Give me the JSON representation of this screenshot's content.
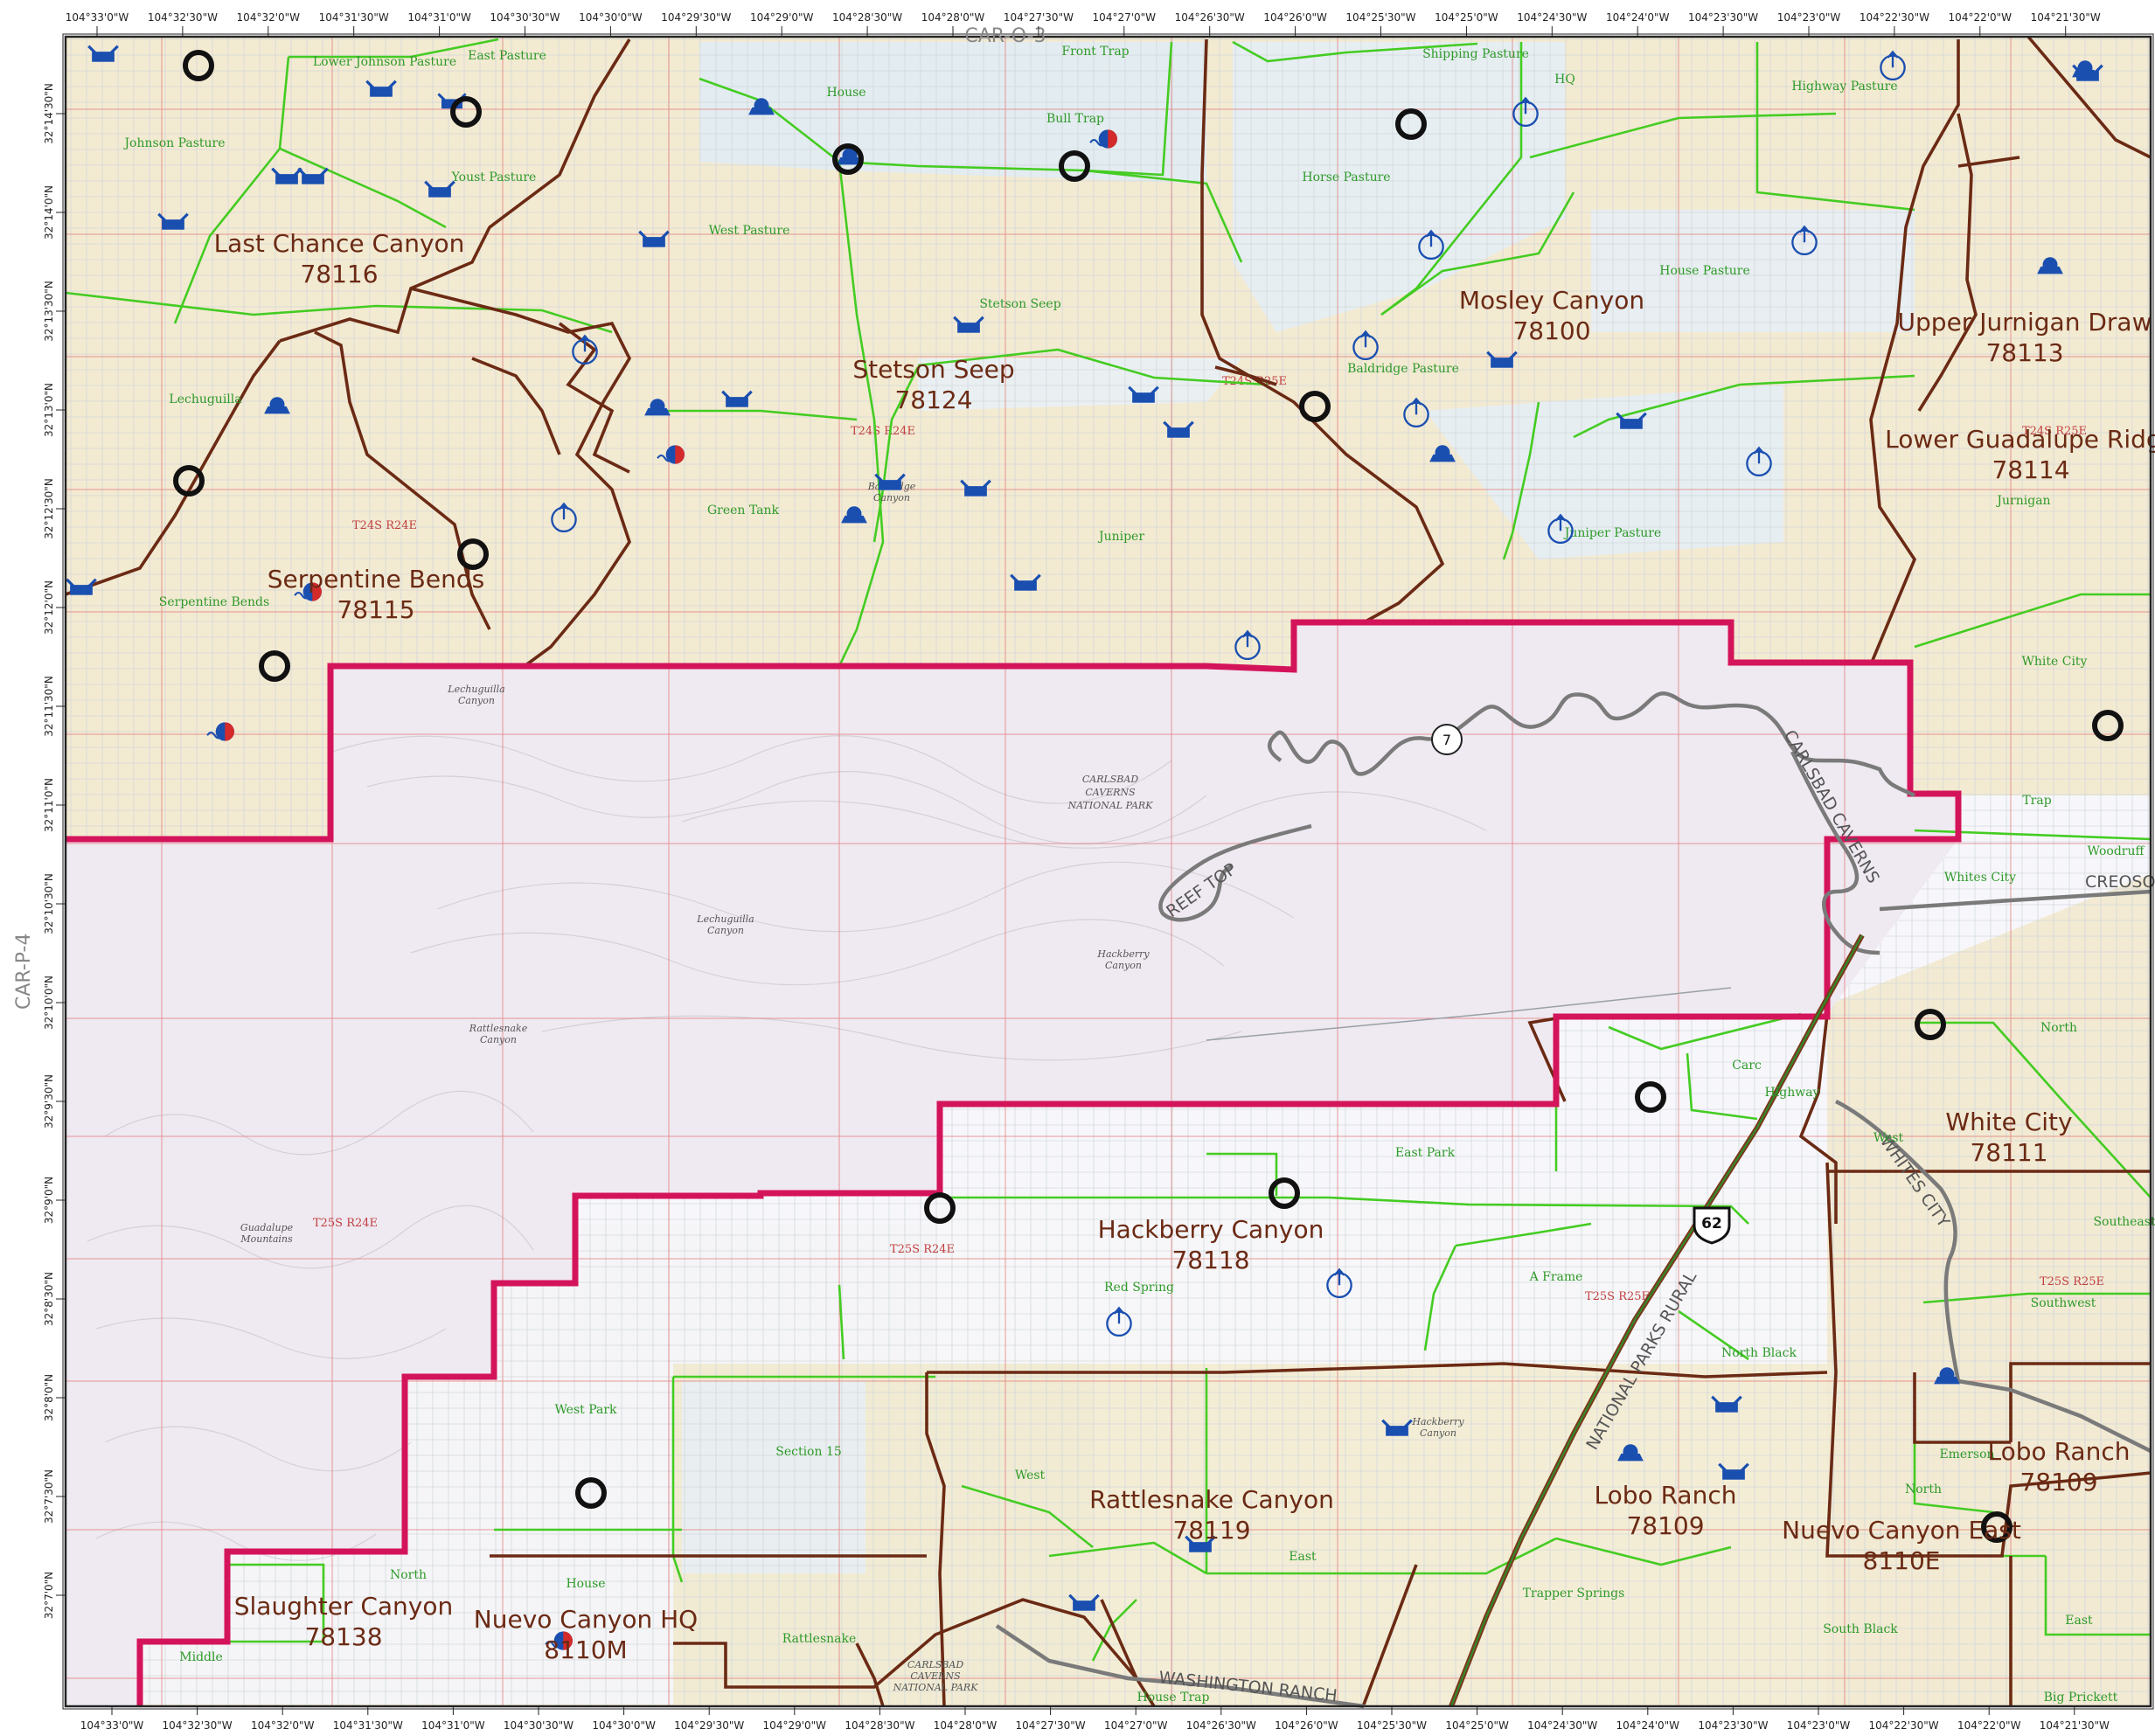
{
  "map": {
    "top_sheet_label": "CAR-O-3",
    "left_sheet_label": "CAR-P-4",
    "top_longitudes": [
      "104°33'0\"W",
      "104°32'30\"W",
      "104°32'0\"W",
      "104°31'30\"W",
      "104°31'0\"W",
      "104°30'30\"W",
      "104°30'0\"W",
      "104°29'30\"W",
      "104°29'0\"W",
      "104°28'30\"W",
      "104°28'0\"W",
      "104°27'30\"W",
      "104°27'0\"W",
      "104°26'30\"W",
      "104°26'0\"W",
      "104°25'30\"W",
      "104°25'0\"W",
      "104°24'30\"W",
      "104°24'0\"W",
      "104°23'30\"W",
      "104°23'0\"W",
      "104°22'30\"W",
      "104°22'0\"W",
      "104°21'30\"W"
    ],
    "bottom_longitudes": [
      "104°33'0\"W",
      "104°32'30\"W",
      "104°32'0\"W",
      "104°31'30\"W",
      "104°31'0\"W",
      "104°30'30\"W",
      "104°30'0\"W",
      "104°29'30\"W",
      "104°29'0\"W",
      "104°28'30\"W",
      "104°28'0\"W",
      "104°27'30\"W",
      "104°27'0\"W",
      "104°26'30\"W",
      "104°26'0\"W",
      "104°25'30\"W",
      "104°25'0\"W",
      "104°24'30\"W",
      "104°24'0\"W",
      "104°23'30\"W",
      "104°23'0\"W",
      "104°22'30\"W",
      "104°22'0\"W",
      "104°21'30\"W"
    ],
    "left_latitudes": [
      "32°14'30\"N",
      "32°14'0\"N",
      "32°13'30\"N",
      "32°13'0\"N",
      "32°12'30\"N",
      "32°12'0\"N",
      "32°11'30\"N",
      "32°11'0\"N",
      "32°10'30\"N",
      "32°10'0\"N",
      "32°9'30\"N",
      "32°9'0\"N",
      "32°8'30\"N",
      "32°8'0\"N",
      "32°7'30\"N",
      "32°7'0\"N"
    ],
    "allotments": [
      {
        "name": "Last Chance Canyon",
        "id": "78116"
      },
      {
        "name": "Stetson Seep",
        "id": "78124"
      },
      {
        "name": "Mosley Canyon",
        "id": "78100"
      },
      {
        "name": "Upper Jurnigan Draw",
        "id": "78113"
      },
      {
        "name": "Lower Guadalupe Ridge",
        "id": "78114"
      },
      {
        "name": "Serpentine Bends",
        "id": "78115"
      },
      {
        "name": "White City",
        "id": "78111"
      },
      {
        "name": "Hackberry Canyon",
        "id": "78118"
      },
      {
        "name": "Rattlesnake Canyon",
        "id": "78119"
      },
      {
        "name": "Lobo Ranch",
        "id": "78109"
      },
      {
        "name": "Lobo Ranch",
        "id": "78109"
      },
      {
        "name": "Nuevo Canyon East",
        "id": "8110E"
      },
      {
        "name": "Slaughter Canyon",
        "id": "78138"
      },
      {
        "name": "Nuevo Canyon HQ",
        "id": "8110M"
      }
    ],
    "pastures": [
      "Lower Johnson Pasture",
      "East Pasture",
      "Johnson Pasture",
      "Youst Pasture",
      "House",
      "Front Trap",
      "Shipping Pasture",
      "HQ",
      "Highway Pasture",
      "Bull Trap",
      "Horse Pasture",
      "West Pasture",
      "House Pasture",
      "Stetson Seep",
      "Baldridge Pasture",
      "Lechuguilla",
      "Green Tank",
      "Juniper",
      "Juniper Pasture",
      "Serpentine Bends",
      "Jurnigan",
      "White City",
      "Trap",
      "Woodruff",
      "Whites City",
      "North",
      "Carc",
      "Highway",
      "West",
      "East Park",
      "Southeast",
      "Red Spring",
      "A Frame",
      "Southwest",
      "West Park",
      "Section 15",
      "North Black",
      "Emerson",
      "North",
      "West",
      "East",
      "House",
      "Rattlesnake",
      "Trapper Springs",
      "South Black",
      "East",
      "Middle",
      "North",
      "House Trap",
      "Big Prickett"
    ],
    "township_labels": [
      "T24S R24E",
      "T24S R24E",
      "T24S R25E",
      "T24S R25E",
      "T25S R24E",
      "T25S R24E",
      "T25S R25E",
      "T25S R25E"
    ],
    "road_labels": [
      "CARLSBAD CAVERNS",
      "REEF TOP",
      "CREOSOTE",
      "NATIONAL PARKS RURAL",
      "WHITES CITY",
      "WASHINGTON RANCH"
    ],
    "shields": [
      "7",
      "62"
    ],
    "colors": {
      "allotment_boundary": "#6b2a14",
      "pasture_line": "#44cc22",
      "park_boundary": "#d4145a",
      "water_symbol": "#1a4fb0",
      "road": "#888888",
      "highway": "#7a3a1a"
    }
  }
}
